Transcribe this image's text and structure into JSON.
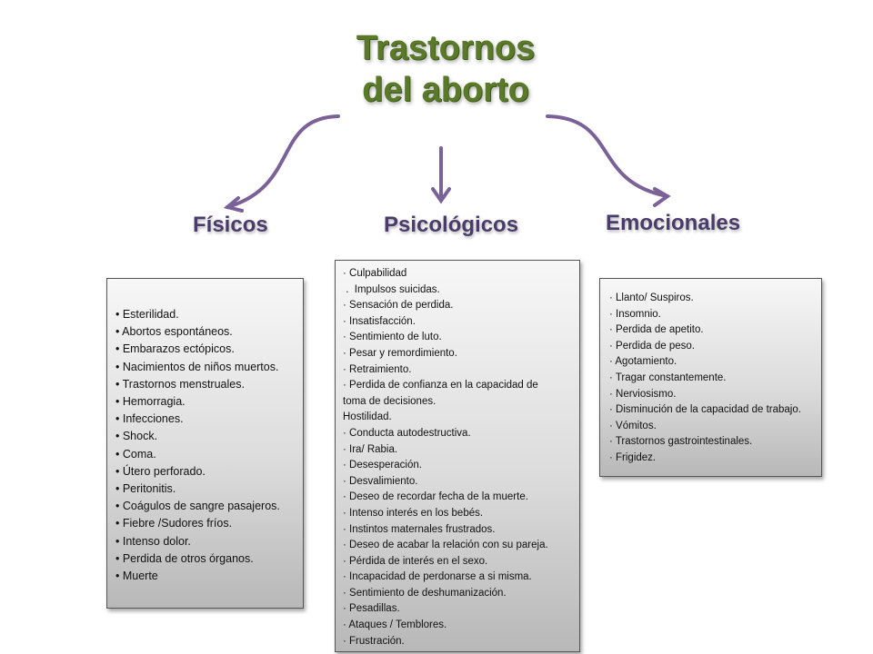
{
  "title": {
    "line1": "Trastornos",
    "line2": "del aborto"
  },
  "headings": {
    "fisicos": "Físicos",
    "psicologicos": "Psicológicos",
    "emocionales": "Emocionales"
  },
  "colors": {
    "title": "#5a7a2a",
    "heading": "#4a3b6a",
    "arrow": "#7a6198"
  },
  "fisicos_items": [
    "• Esterilidad.",
    "• Abortos espontáneos.",
    "• Embarazos ectópicos.",
    "• Nacimientos de niños muertos.",
    "• Trastornos menstruales.",
    "• Hemorragia.",
    "• Infecciones.",
    "• Shock.",
    "• Coma.",
    "• Útero perforado.",
    "• Peritonitis.",
    "• Coágulos de sangre pasajeros.",
    "• Fiebre /Sudores fríos.",
    "• Intenso dolor.",
    "• Perdida de otros órganos.",
    "• Muerte"
  ],
  "psicologicos_items": [
    "· Culpabilidad",
    " .  Impulsos suicidas.",
    "· Sensación de perdida.",
    "· Insatisfacción.",
    "· Sentimiento de luto.",
    "· Pesar y remordimiento.",
    "· Retraimiento.",
    "· Perdida de confianza en la capacidad de",
    "toma de decisiones.",
    "Hostilidad.",
    "· Conducta autodestructiva.",
    "· Ira/ Rabia.",
    "· Desesperación.",
    "· Desvalimiento.",
    "· Deseo de recordar fecha de la muerte.",
    "· Intenso interés en los bebés.",
    "· Instintos maternales frustrados.",
    "· Deseo de acabar la relación con su pareja.",
    "· Pérdida de interés en el sexo.",
    "· Incapacidad de perdonarse a si misma.",
    "· Sentimiento de deshumanización.",
    "· Pesadillas.",
    "· Ataques / Temblores.",
    "· Frustración."
  ],
  "emocionales_items": [
    "· Llanto/ Suspiros.",
    "· Insomnio.",
    "· Perdida de apetito.",
    "· Perdida de peso.",
    "· Agotamiento.",
    "· Tragar constantemente.",
    "· Nerviosismo.",
    "· Disminución de la capacidad de trabajo.",
    "· Vómitos.",
    "· Trastornos gastrointestinales.",
    "· Frigidez."
  ]
}
